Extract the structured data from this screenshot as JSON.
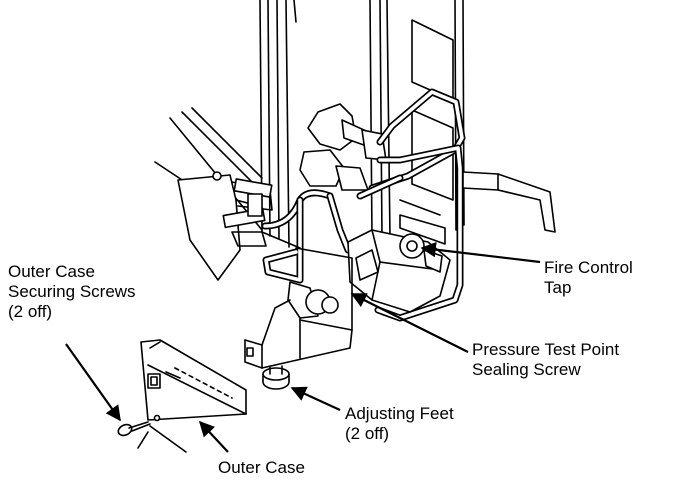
{
  "labels": {
    "outer_case_securing_screws": [
      "Outer Case",
      "Securing Screws",
      "(2 off)"
    ],
    "fire_control_tap": [
      "Fire Control",
      "Tap"
    ],
    "pressure_test_point": [
      "Pressure Test Point",
      "Sealing Screw"
    ],
    "adjusting_feet": [
      "Adjusting Feet",
      "(2 off)"
    ],
    "outer_case": "Outer Case"
  }
}
